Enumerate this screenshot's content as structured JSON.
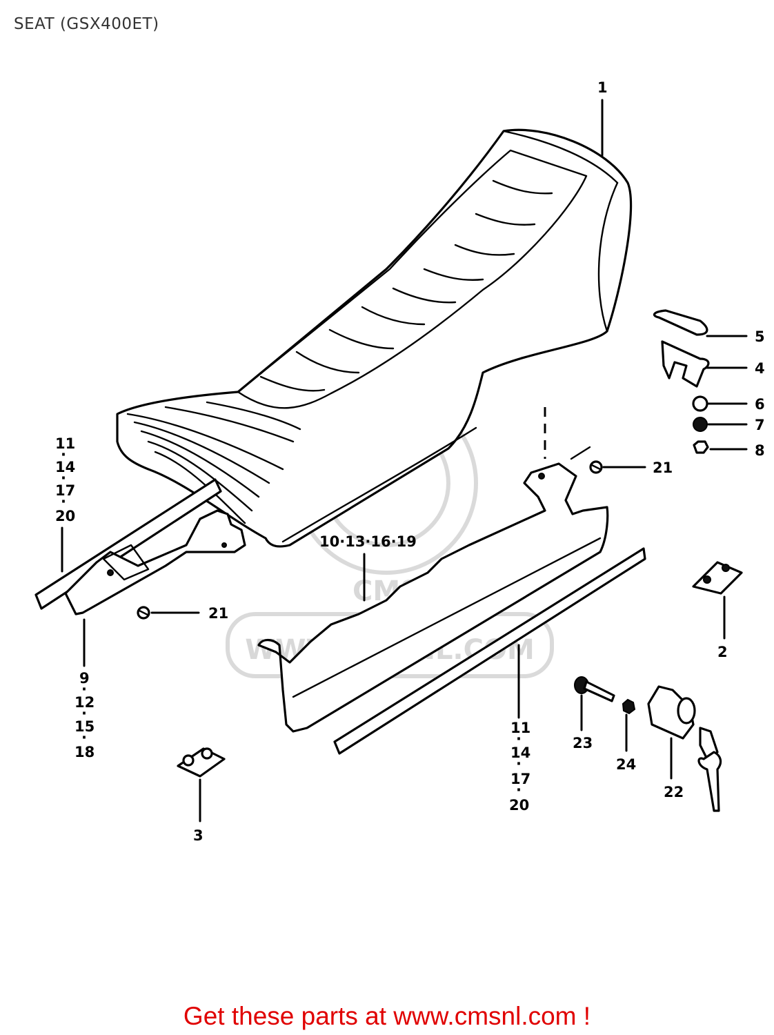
{
  "title": "SEAT (GSX400ET)",
  "footer": "Get these parts at www.cmsnl.com !",
  "watermark": {
    "text": "WWW.CMSNL.COM",
    "logo": "CMS"
  },
  "callouts": {
    "c1": "1",
    "c2": "2",
    "c3": "3",
    "c4": "4",
    "c5": "5",
    "c6": "6",
    "c7": "7",
    "c8": "8",
    "c21a": "21",
    "c21b": "21",
    "c22": "22",
    "c23": "23",
    "c24": "24",
    "c10_13_16_19": "10·13·16·19",
    "left_stack": [
      "11",
      "14",
      "17",
      "20"
    ],
    "bottom_left_stack": [
      "9",
      "12",
      "15",
      "18"
    ],
    "bottom_mid_stack": [
      "11",
      "14",
      "17",
      "20"
    ]
  },
  "colors": {
    "footer": "#e00000",
    "line": "#000000",
    "background": "#ffffff"
  }
}
